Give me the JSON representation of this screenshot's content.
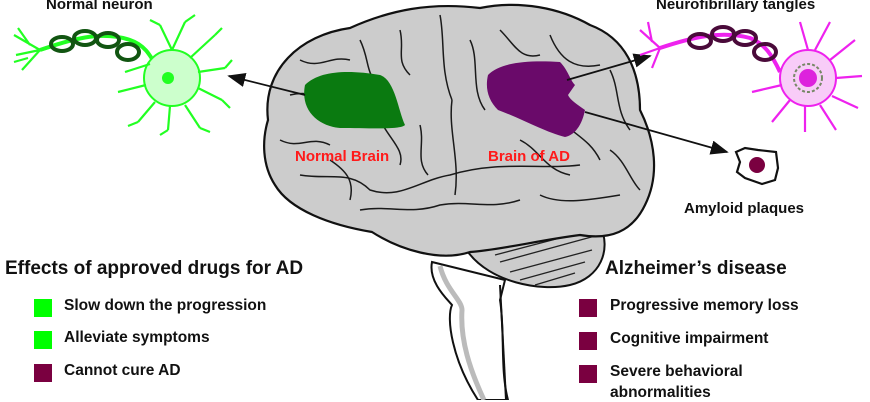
{
  "labels": {
    "normal_neuron": "Normal neuron",
    "neurofibrillary_tangles": "Neurofibrillary tangles",
    "amyloid_plaques": "Amyloid plaques",
    "normal_brain": "Normal Brain",
    "brain_of_ad": "Brain of AD"
  },
  "drugs_panel": {
    "heading": "Effects of approved drugs for AD",
    "items": [
      {
        "label": "Slow down the progression",
        "color": "#00ff00"
      },
      {
        "label": "Alleviate symptoms",
        "color": "#00ff00"
      },
      {
        "label": "Cannot cure AD",
        "color": "#7a0040"
      }
    ]
  },
  "ad_panel": {
    "heading": "Alzheimer’s disease",
    "items": [
      {
        "label": "Progressive memory loss",
        "color": "#7a0040"
      },
      {
        "label": "Cognitive impairment",
        "color": "#7a0040"
      },
      {
        "label": "Severe behavioral",
        "label_cont": "abnormalities",
        "color": "#7a0040"
      }
    ]
  },
  "colors": {
    "brain_fill": "#cccccc",
    "normal_region": "#0a7a10",
    "ad_region": "#6a0a6a",
    "normal_neuron": "#22ff22",
    "tangle_neuron": "#ee22ee",
    "plaque_core": "#7a0040",
    "region_label": "#ff1a1a"
  }
}
